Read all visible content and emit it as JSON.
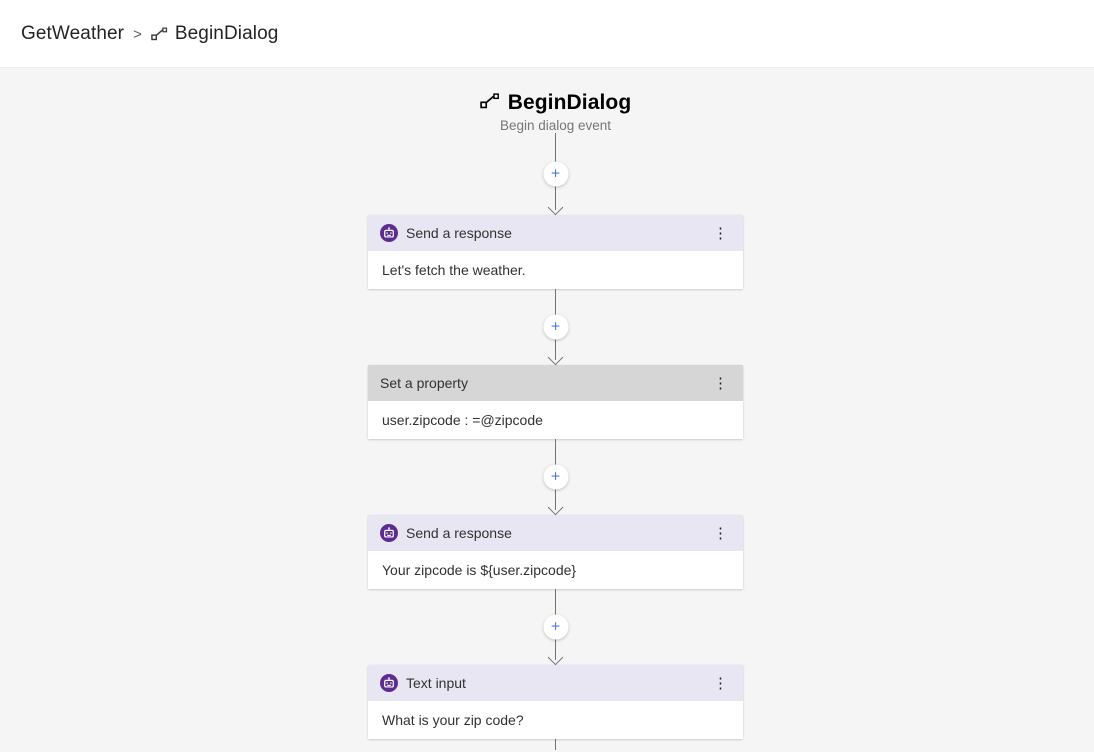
{
  "breadcrumb": {
    "items": [
      {
        "label": "GetWeather"
      },
      {
        "label": "BeginDialog",
        "icon": "trigger-icon"
      }
    ],
    "separator": ">"
  },
  "flow": {
    "title": "BeginDialog",
    "title_icon": "trigger-icon",
    "subtitle": "Begin dialog event",
    "add_label": "+",
    "menu_label": "⋮",
    "nodes": [
      {
        "title": "Send a response",
        "icon": "bot-icon",
        "body": "Let's fetch the weather.",
        "header_style": "purple"
      },
      {
        "title": "Set a property",
        "icon": null,
        "body": "user.zipcode : =@zipcode",
        "header_style": "gray"
      },
      {
        "title": "Send a response",
        "icon": "bot-icon",
        "body": "Your zipcode is ${user.zipcode}",
        "header_style": "purple"
      },
      {
        "title": "Text input",
        "icon": "bot-icon",
        "body": "What is your zip code?",
        "header_style": "purple"
      }
    ]
  },
  "colors": {
    "bot_badge_purple": "#5c2d91",
    "header_purple": "#e9e6f4",
    "header_gray": "#d6d6d6",
    "add_button_blue": "#4e7cde",
    "canvas_background": "#f5f5f5",
    "connector_gray": "#737373"
  }
}
